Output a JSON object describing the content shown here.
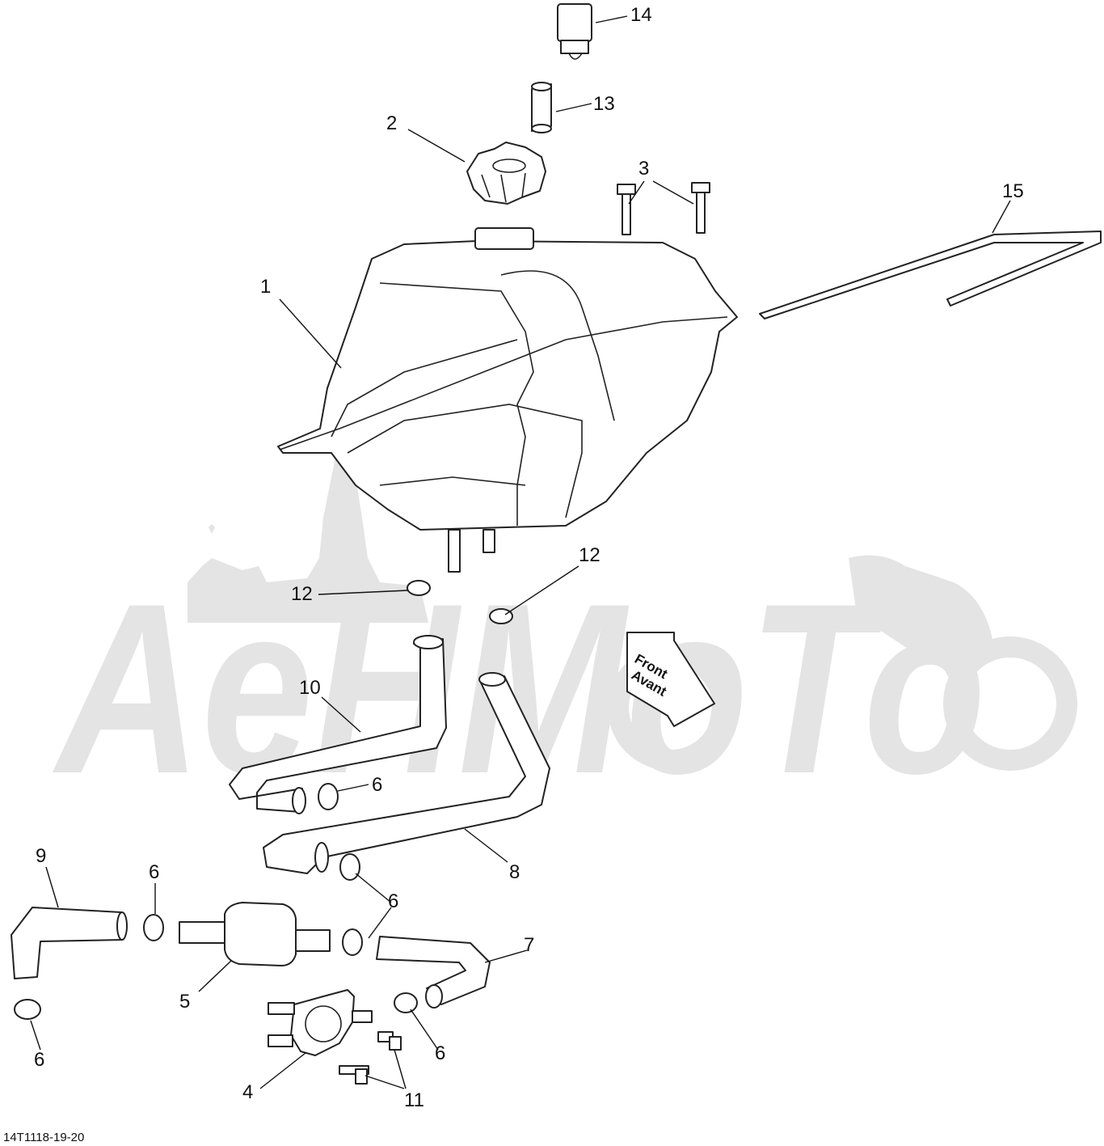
{
  "diagram": {
    "reference_code": "14T1118-19-20",
    "front_arrow": {
      "line1": "Front",
      "line2": "Avant"
    },
    "watermark": {
      "text": "AeHMoTo",
      "color": "#e4e4e4"
    },
    "callouts": [
      {
        "id": "c1",
        "num": "1"
      },
      {
        "id": "c2",
        "num": "2"
      },
      {
        "id": "c3",
        "num": "3"
      },
      {
        "id": "c4",
        "num": "4"
      },
      {
        "id": "c5",
        "num": "5"
      },
      {
        "id": "c6a",
        "num": "6"
      },
      {
        "id": "c6b",
        "num": "6"
      },
      {
        "id": "c6c",
        "num": "6"
      },
      {
        "id": "c6d",
        "num": "6"
      },
      {
        "id": "c6e",
        "num": "6"
      },
      {
        "id": "c7",
        "num": "7"
      },
      {
        "id": "c8",
        "num": "8"
      },
      {
        "id": "c9",
        "num": "9"
      },
      {
        "id": "c10",
        "num": "10"
      },
      {
        "id": "c11",
        "num": "11"
      },
      {
        "id": "c12a",
        "num": "12"
      },
      {
        "id": "c12b",
        "num": "12"
      },
      {
        "id": "c13",
        "num": "13"
      },
      {
        "id": "c14",
        "num": "14"
      },
      {
        "id": "c15",
        "num": "15"
      }
    ]
  }
}
